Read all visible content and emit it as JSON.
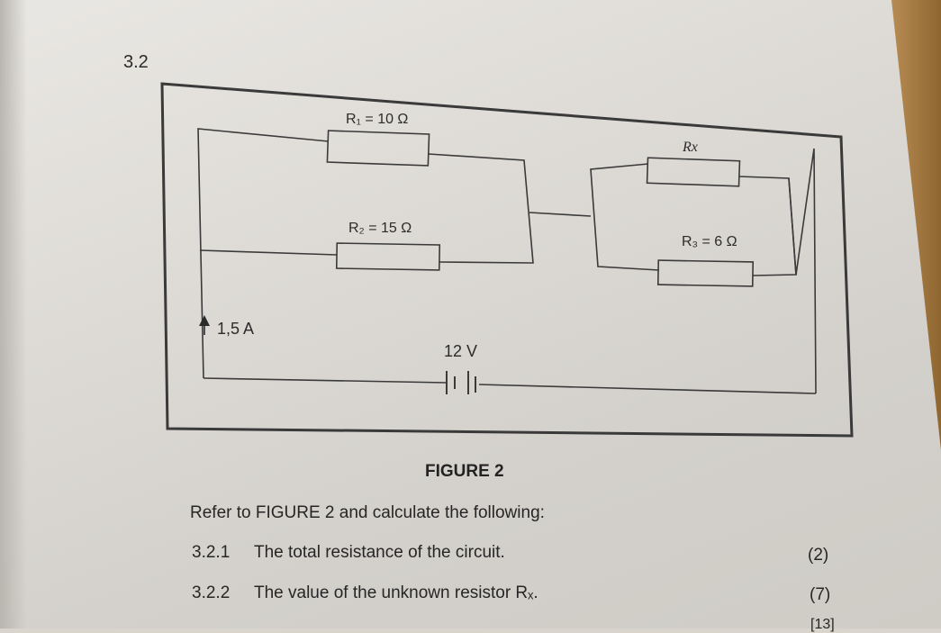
{
  "question_number": "3.2",
  "figure": {
    "labels": {
      "r1": "R₁ = 10 Ω",
      "r2": "R₂ = 15 Ω",
      "rx": "Rx",
      "r3": "R₃ = 6 Ω",
      "current": "1,5 A",
      "voltage": "12 V"
    },
    "caption": "FIGURE 2"
  },
  "instructions": "Refer to FIGURE 2 and calculate the following:",
  "questions": [
    {
      "number": "3.2.1",
      "text": "The total resistance of the circuit.",
      "marks": "(2)"
    },
    {
      "number": "3.2.2",
      "text": "The value of the unknown resistor Rₓ.",
      "marks": "(7)"
    }
  ],
  "total_marks_partial": "[13]"
}
